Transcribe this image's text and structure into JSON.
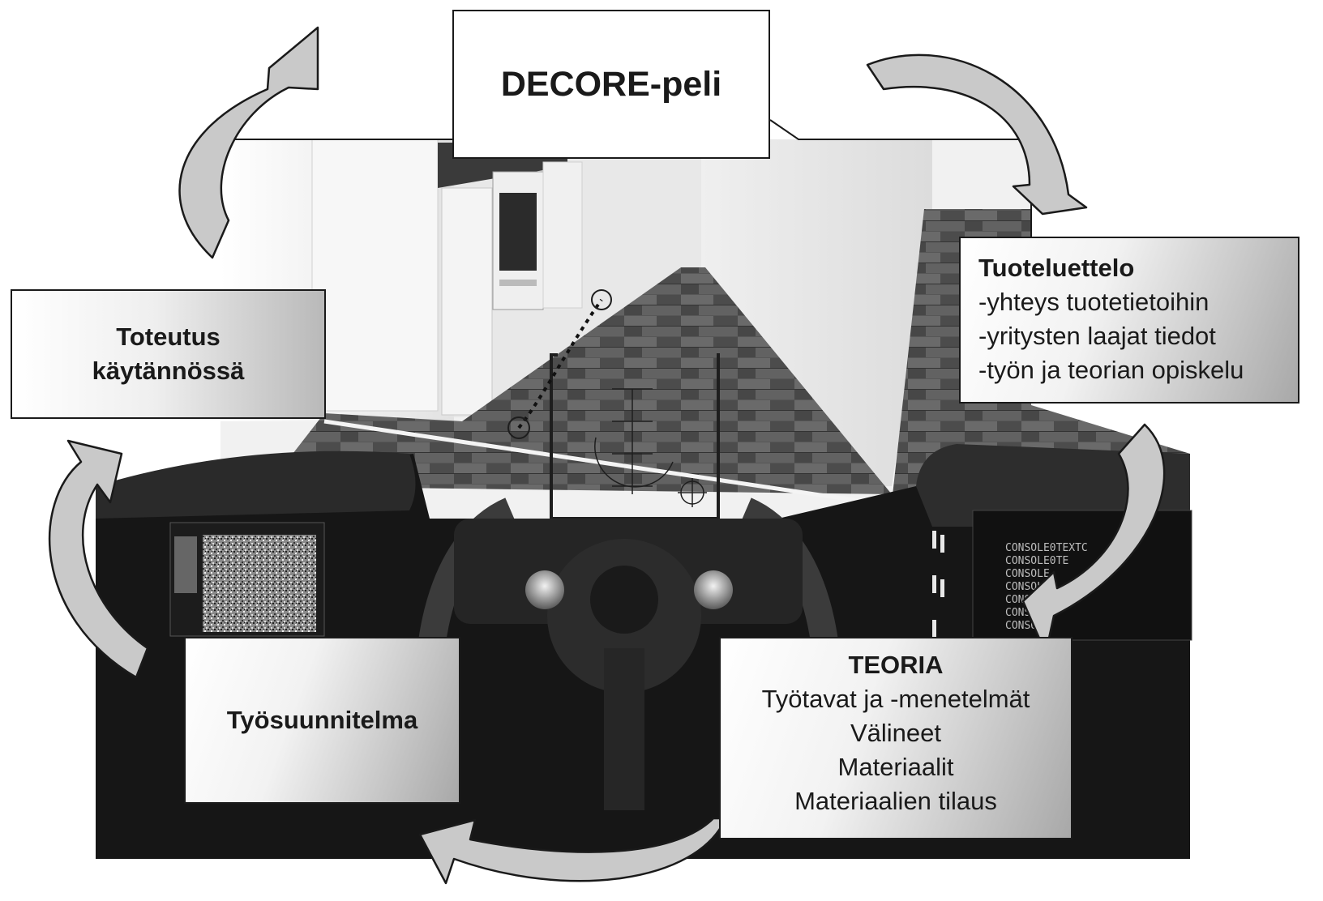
{
  "title": "DECORE-peli",
  "tuoteluettelo": {
    "heading": "Tuoteluettelo",
    "items": [
      "-yhteys tuotetietoihin",
      "-yritysten laajat tiedot",
      "-työn ja teorian opiskelu"
    ]
  },
  "toteutus": {
    "line1": "Toteutus",
    "line2": "käytännössä"
  },
  "tyosuunnitelma": {
    "label": "Työsuunnitelma"
  },
  "teoria": {
    "heading": "TEORIA",
    "items": [
      "Työtavat ja -menetelmät",
      "Välineet",
      "Materiaalit",
      "Materiaalien tilaus"
    ]
  },
  "game_screen": {
    "console_text": [
      "CONSOLE0TEXTC",
      "CONSOLE0TE",
      "CONSOLE",
      "CONSOLE",
      "CONSOLE",
      "CONSOLE",
      "CONSOLE"
    ]
  },
  "colors": {
    "ink": "#1a1a1a",
    "arrow_fill": "#c9c9c9",
    "floor": "#5a5a5a",
    "wall": "#e6e6e6",
    "dashboard": "#151515"
  }
}
